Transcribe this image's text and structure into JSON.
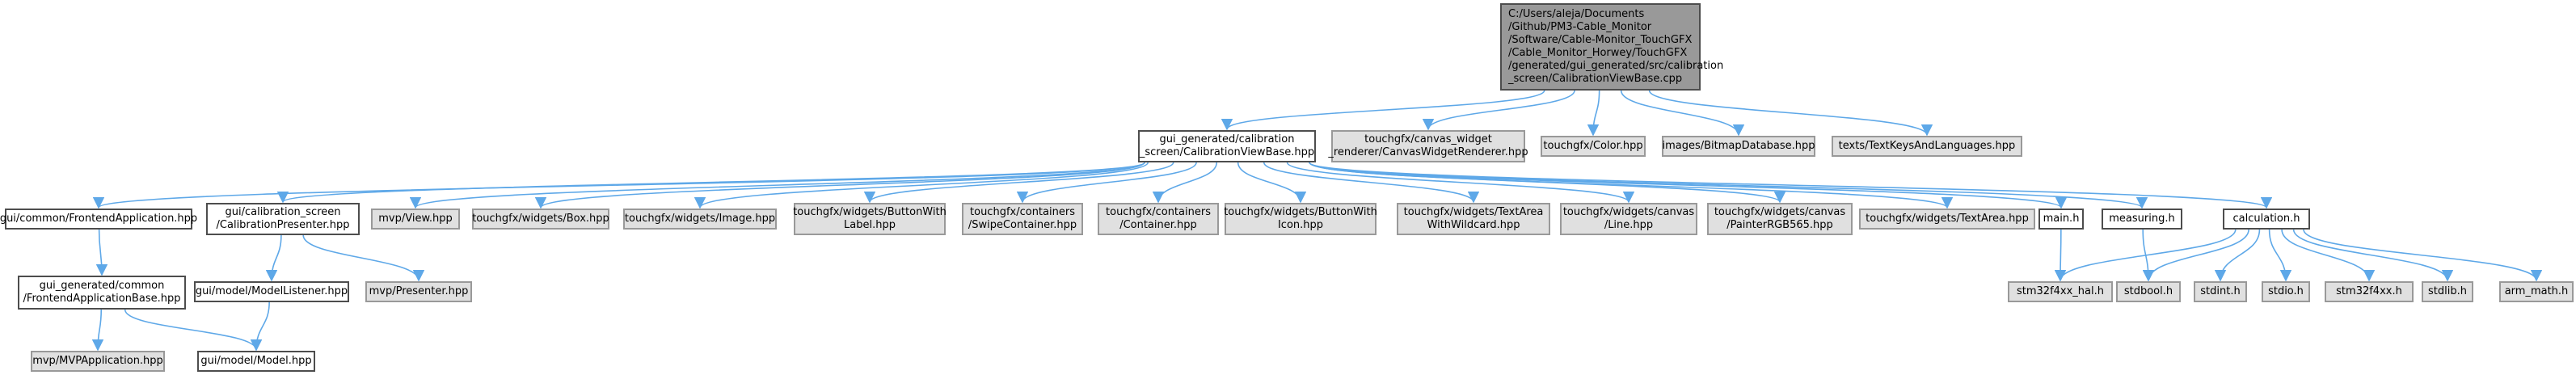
{
  "colors": {
    "edge": "#5ea8e8",
    "root_fill": "#999999",
    "ext_fill": "#e0e0e0",
    "doc_fill": "#ffffff"
  },
  "nodes": {
    "root": "C:/Users/aleja/Documents\n/Github/PM3-Cable_Monitor\n/Software/Cable-Monitor_TouchGFX\n/Cable_Monitor_Horwey/TouchGFX\n/generated/gui_generated/src/calibration\n_screen/CalibrationViewBase.cpp",
    "viewbase": "gui_generated/calibration\n_screen/CalibrationViewBase.hpp",
    "canvas_renderer": "touchgfx/canvas_widget\n_renderer/CanvasWidgetRenderer.hpp",
    "color": "touchgfx/Color.hpp",
    "bitmapdb": "images/BitmapDatabase.hpp",
    "textkeys": "texts/TextKeysAndLanguages.hpp",
    "frontend_app": "gui/common/FrontendApplication.hpp",
    "calib_presenter": "gui/calibration_screen\n/CalibrationPresenter.hpp",
    "mvp_view": "mvp/View.hpp",
    "box": "touchgfx/widgets/Box.hpp",
    "image": "touchgfx/widgets/Image.hpp",
    "btn_label": "touchgfx/widgets/ButtonWith\nLabel.hpp",
    "swipe": "touchgfx/containers\n/SwipeContainer.hpp",
    "container": "touchgfx/containers\n/Container.hpp",
    "btn_icon": "touchgfx/widgets/ButtonWith\nIcon.hpp",
    "textarea_wc": "touchgfx/widgets/TextArea\nWithWildcard.hpp",
    "canvas_line": "touchgfx/widgets/canvas\n/Line.hpp",
    "painter": "touchgfx/widgets/canvas\n/PainterRGB565.hpp",
    "textarea": "touchgfx/widgets/TextArea.hpp",
    "main_h": "main.h",
    "measuring_h": "measuring.h",
    "calculation_h": "calculation.h",
    "frontend_base": "gui_generated/common\n/FrontendApplicationBase.hpp",
    "model_listener": "gui/model/ModelListener.hpp",
    "mvp_presenter": "mvp/Presenter.hpp",
    "mvp_application": "mvp/MVPApplication.hpp",
    "model": "gui/model/Model.hpp",
    "hal": "stm32f4xx_hal.h",
    "stdbool": "stdbool.h",
    "stdint": "stdint.h",
    "stdio": "stdio.h",
    "stm32": "stm32f4xx.h",
    "stdlib": "stdlib.h",
    "arm_math": "arm_math.h"
  },
  "edges": [
    [
      "root",
      "viewbase"
    ],
    [
      "root",
      "canvas_renderer"
    ],
    [
      "root",
      "color"
    ],
    [
      "root",
      "bitmapdb"
    ],
    [
      "root",
      "textkeys"
    ],
    [
      "viewbase",
      "frontend_app"
    ],
    [
      "viewbase",
      "calib_presenter"
    ],
    [
      "viewbase",
      "mvp_view"
    ],
    [
      "viewbase",
      "box"
    ],
    [
      "viewbase",
      "image"
    ],
    [
      "viewbase",
      "btn_label"
    ],
    [
      "viewbase",
      "swipe"
    ],
    [
      "viewbase",
      "container"
    ],
    [
      "viewbase",
      "btn_icon"
    ],
    [
      "viewbase",
      "textarea_wc"
    ],
    [
      "viewbase",
      "canvas_line"
    ],
    [
      "viewbase",
      "painter"
    ],
    [
      "viewbase",
      "textarea"
    ],
    [
      "viewbase",
      "main_h"
    ],
    [
      "viewbase",
      "measuring_h"
    ],
    [
      "viewbase",
      "calculation_h"
    ],
    [
      "frontend_app",
      "frontend_base"
    ],
    [
      "calib_presenter",
      "model_listener"
    ],
    [
      "calib_presenter",
      "mvp_presenter"
    ],
    [
      "frontend_base",
      "mvp_application"
    ],
    [
      "frontend_base",
      "model"
    ],
    [
      "model_listener",
      "model"
    ],
    [
      "main_h",
      "hal"
    ],
    [
      "measuring_h",
      "stdbool"
    ],
    [
      "calculation_h",
      "hal"
    ],
    [
      "calculation_h",
      "stdbool"
    ],
    [
      "calculation_h",
      "stdint"
    ],
    [
      "calculation_h",
      "stdio"
    ],
    [
      "calculation_h",
      "stm32"
    ],
    [
      "calculation_h",
      "stdlib"
    ],
    [
      "calculation_h",
      "arm_math"
    ]
  ]
}
